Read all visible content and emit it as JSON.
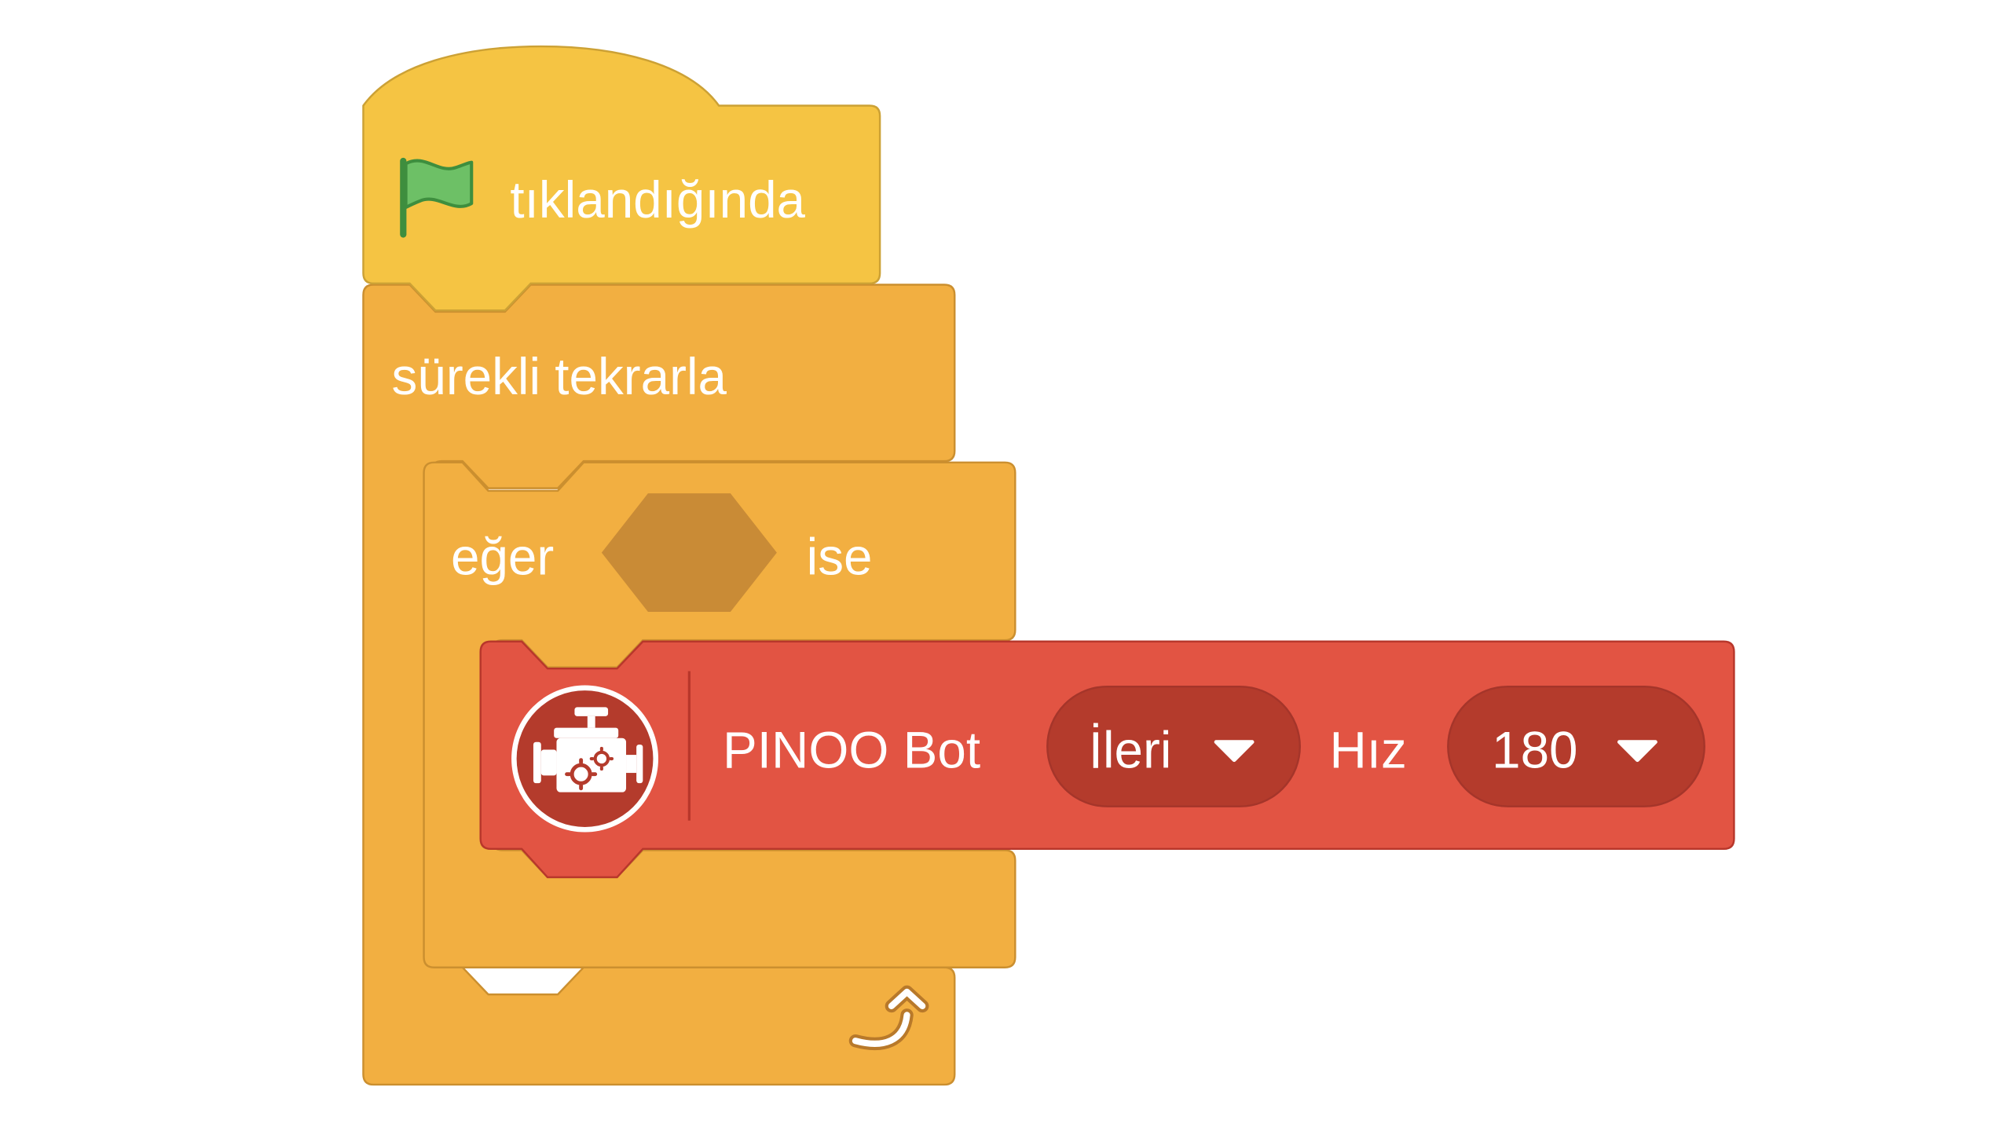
{
  "script": {
    "hat_block": {
      "label": "tıklandığında",
      "icon": "green-flag-icon"
    },
    "forever_block": {
      "label": "sürekli tekrarla",
      "icon": "loop-arrow-icon"
    },
    "if_block": {
      "label_before": "eğer",
      "label_after": "ise",
      "condition_slot": "empty-boolean-slot"
    },
    "motor_block": {
      "icon": "motor-engine-icon",
      "label": "PINOO Bot",
      "direction_dropdown": {
        "value": "İleri",
        "icon": "dropdown-arrow-icon"
      },
      "speed_label": "Hız",
      "speed_dropdown": {
        "value": "180",
        "icon": "dropdown-arrow-icon"
      }
    }
  },
  "colors": {
    "events_fill": "#F5C443",
    "events_stroke": "#CCA135",
    "control_fill": "#F2AF41",
    "control_stroke": "#CB8F2F",
    "control_dark": "#C98B36",
    "motor_fill": "#E25443",
    "motor_stroke": "#B8372B",
    "motor_dark": "#B43B2C",
    "flag": "#5CB85C"
  }
}
